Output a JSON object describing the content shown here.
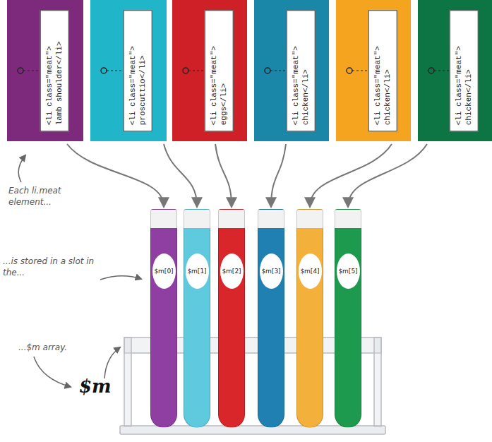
{
  "diagram": {
    "nodes": [
      {
        "text": [
          "<li class=\"meat\"> lamb shoulder</li>"
        ]
      },
      {
        "text": [
          "<li class=\"meat\"> proscuttio</li>"
        ]
      },
      {
        "text": [
          "<li class=\"meat\"> eggs</li>"
        ]
      },
      {
        "text": [
          "<li class=\"meat\"> chicken</li>"
        ]
      },
      {
        "text": [
          "<li class=\"meat\"> chicken</li>"
        ]
      },
      {
        "text": [
          "<li class=\"meat\"> chicken</li>"
        ]
      },
      {
        "text": [
          "$m[0]"
        ]
      },
      {
        "text": [
          "$m[1]"
        ]
      },
      {
        "text": [
          "$m[2]"
        ]
      },
      {
        "text": [
          "$m[3]"
        ]
      },
      {
        "text": [
          "$m[4]"
        ]
      },
      {
        "text": [
          "$m[5]"
        ]
      }
    ],
    "edges": [
      {
        "from": 0,
        "to": 6,
        "arrow": "to"
      },
      {
        "from": 1,
        "to": 7,
        "arrow": "to"
      },
      {
        "from": 2,
        "to": 8,
        "arrow": "to"
      },
      {
        "from": 3,
        "to": 9,
        "arrow": "to"
      },
      {
        "from": 4,
        "to": 10,
        "arrow": "to"
      },
      {
        "from": 5,
        "to": 11,
        "arrow": "to"
      }
    ],
    "labels": [
      "Each li.meat element...",
      "...is stored in a slot in the...",
      "...$m array.",
      "$m"
    ]
  }
}
